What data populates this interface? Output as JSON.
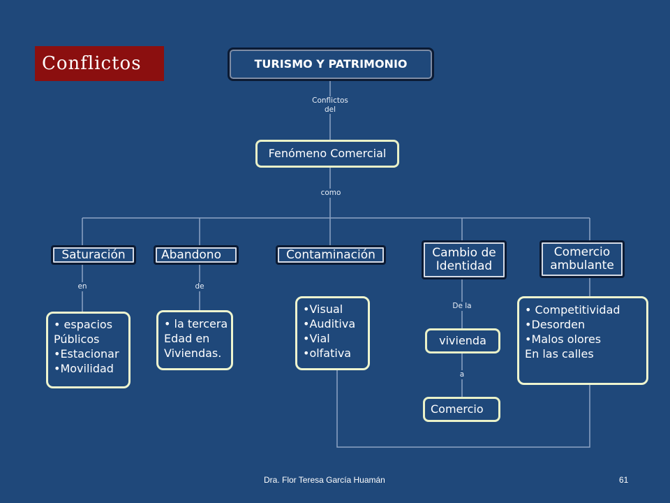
{
  "badge": "Conflictos",
  "root": "TURISMO Y PATRIMONIO",
  "conn_root": "Conflictos\ndel",
  "mid": "Fenómeno Comercial",
  "conn_mid": "como",
  "categories": [
    {
      "label": "Saturación",
      "connector": "en",
      "items": [
        "• espacios",
        "Públicos",
        "•Estacionar",
        "•Movilidad"
      ]
    },
    {
      "label": "Abandono",
      "connector": "de",
      "items": [
        "• la tercera",
        "Edad en",
        "Viviendas."
      ]
    },
    {
      "label": "Contaminación",
      "connector": "",
      "items": [
        "•Visual",
        "•Auditiva",
        "•Vial",
        "•olfativa"
      ]
    },
    {
      "label": "Cambio de\nIdentidad",
      "connector": "De la",
      "items": []
    },
    {
      "label": "Comercio\nambulante",
      "connector": "",
      "items": [
        " • Competitividad",
        "•Desorden",
        "•Malos olores",
        "En las calles"
      ]
    }
  ],
  "identity_chain": {
    "first": "vivienda",
    "connector": "a",
    "second": "Comercio"
  },
  "footer": {
    "author": "Dra. Flor Teresa García Huamán",
    "page": "61"
  }
}
